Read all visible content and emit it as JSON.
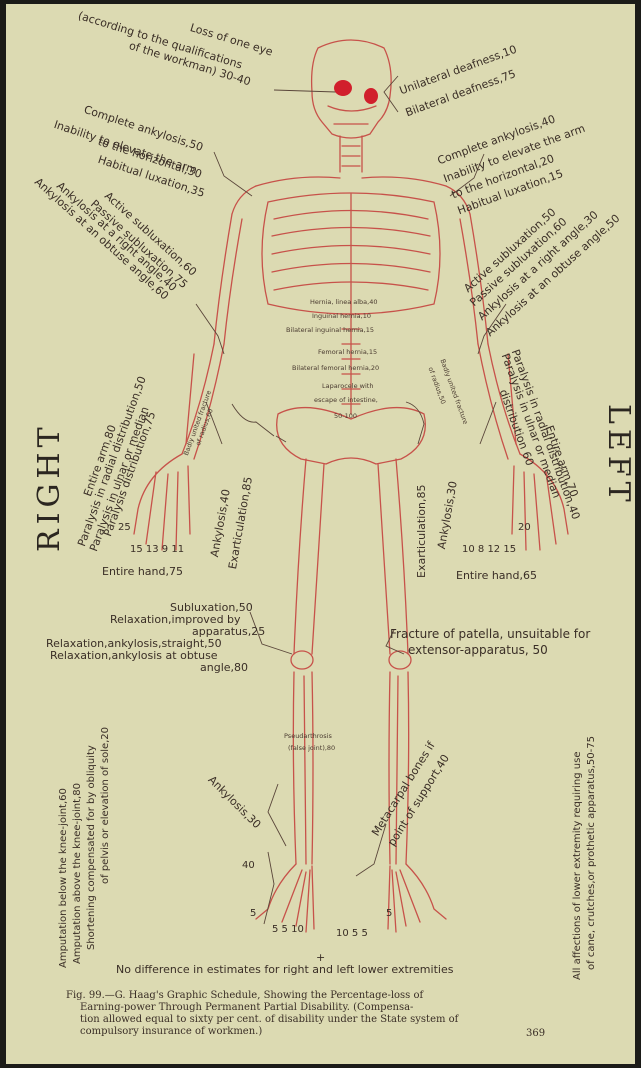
{
  "labels": {
    "eye_qualifications": "(according to the qualifications",
    "eye_loss": "Loss of one eye",
    "eye_workman": "of the workman) 30-40",
    "unilateral_deafness": "Unilateral deafness,10",
    "bilateral_deafness": "Bilateral deafness,75",
    "r_shoulder_1": "Complete ankylosis,50",
    "r_shoulder_2": "Inability to elevate the arm",
    "r_shoulder_3": "to the horizontal,30",
    "r_shoulder_4": "Habitual luxation,35",
    "l_shoulder_1": "Complete ankylosis,40",
    "l_shoulder_2": "Inability to elevate the arm",
    "l_shoulder_3": "to the horizontal,20",
    "l_shoulder_4": "Habitual luxation,15",
    "r_elbow_1": "Active subluxation,60",
    "r_elbow_2": "Passive subluxation,75",
    "r_elbow_3": "Ankylosis at a right angle,40",
    "r_elbow_4": "Ankylosis at an obtuse angle,60",
    "l_elbow_1": "Active subluxation,50",
    "l_elbow_2": "Passive subluxation,60",
    "l_elbow_3": "Ankylosis at a right angle,30",
    "l_elbow_4": "Ankylosis at an obtuse angle,50",
    "trunk_1": "Hernia, linea alba,40",
    "trunk_2": "Inguinal hernia,10",
    "trunk_3": "Bilateral inguinal hernia,15",
    "trunk_4": "Femoral hernia,15",
    "trunk_5": "Bilateral femoral hernia,20",
    "trunk_6": "Laparocele with",
    "trunk_7": "escape of intestine,",
    "trunk_8": "50-100",
    "r_arm_1": "Entire arm,80",
    "r_arm_2": "Paralysis in radial distribution,50",
    "r_arm_3": "Paralysis in ulnar or median",
    "r_arm_4": "Paralysis distribution,75",
    "l_arm_1": "Entire arm,70",
    "l_arm_2": "Paralysis in radial distribution,40",
    "l_arm_3": "Paralysis in ulnar or median",
    "l_arm_4": "distribution 60",
    "r_forearm_1": "Badly united fracture",
    "r_forearm_2": "of radius,60",
    "l_forearm_1": "Badly united fracture",
    "l_forearm_2": "of radius,50",
    "r_wrist_ankylosis": "Ankylosis,40",
    "r_wrist_exarticulation": "Exarticulation,85",
    "l_wrist_exarticulation": "Exarticulation,85",
    "l_wrist_ankylosis": "Ankylosis,30",
    "right": "RIGHT",
    "left": "LEFT",
    "r_finger_25": "25",
    "r_finger_nums": "15 13 9 11",
    "r_hand": "Entire hand,75",
    "l_finger_20": "20",
    "l_finger_nums": "10 8 12 15",
    "l_hand": "Entire hand,65",
    "knee_1": "Subluxation,50",
    "knee_2": "Relaxation,improved by",
    "knee_3": "apparatus,25",
    "knee_4": "Relaxation,ankylosis,straight,50",
    "knee_5": "Relaxation,ankylosis at obtuse",
    "knee_6": "angle,80",
    "patella_1": "Fracture of patella, unsuitable for",
    "patella_2": "extensor-apparatus, 50",
    "leg_left_1": "Amputation below the knee-joint,60",
    "leg_left_2": "Amputation above the knee-joint,80",
    "leg_left_3": "Shortening compensated for by obliquity",
    "leg_left_4": "of pelvis or elevation of sole,20",
    "leg_right_1": "All affections of lower extremity requiring use",
    "leg_right_2": "of cane, crutches,or prothetic apparatus,50-75",
    "pseudarthrosis_1": "Pseudarthrosis",
    "pseudarthrosis_2": "(false joint),80",
    "ankle_ankylosis": "Ankylosis,30",
    "metacarpal_1": "Metacarpal bones if",
    "metacarpal_2": "point of support,40",
    "foot_40": "40",
    "r_toes": "5 5 10",
    "l_toes": "10 5 5",
    "toe_5a": "5",
    "toe_5b": "5",
    "plus": "+",
    "no_difference": "No difference in estimates for right and left lower extremities",
    "caption_1": "Fig. 99.—G. Haag's Graphic Schedule, Showing the Percentage-loss of",
    "caption_2": "Earning-power Through Permanent Partial Disability. (Compensa-",
    "caption_3": "tion allowed equal to sixty per cent. of disability under the State system of",
    "caption_4": "compulsory insurance of workmen.)",
    "page_number": "369"
  },
  "colors": {
    "paper": "#dcdab2",
    "skeleton": "#c7524a",
    "ink": "#3a2e26",
    "eye_fill": "#d11f2c"
  }
}
